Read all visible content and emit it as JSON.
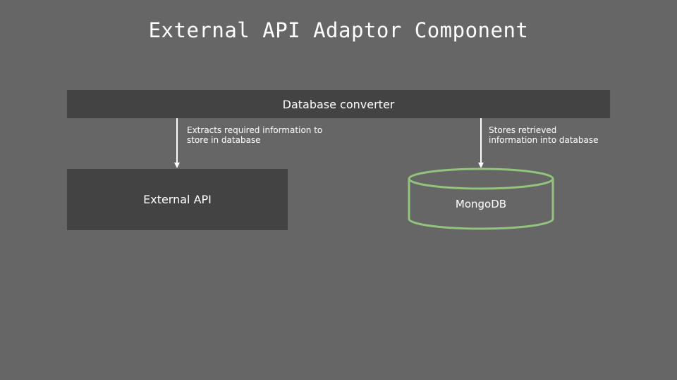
{
  "title": "External API Adaptor Component",
  "nodes": {
    "converter": "Database converter",
    "external_api": "External API",
    "mongodb": "MongoDB"
  },
  "edges": {
    "to_api": "Extracts required information to store in database",
    "to_db": "Stores retrieved information into database"
  },
  "colors": {
    "background": "#666666",
    "box_fill": "#434343",
    "db_outline": "#93c47d",
    "text": "#ffffff"
  }
}
